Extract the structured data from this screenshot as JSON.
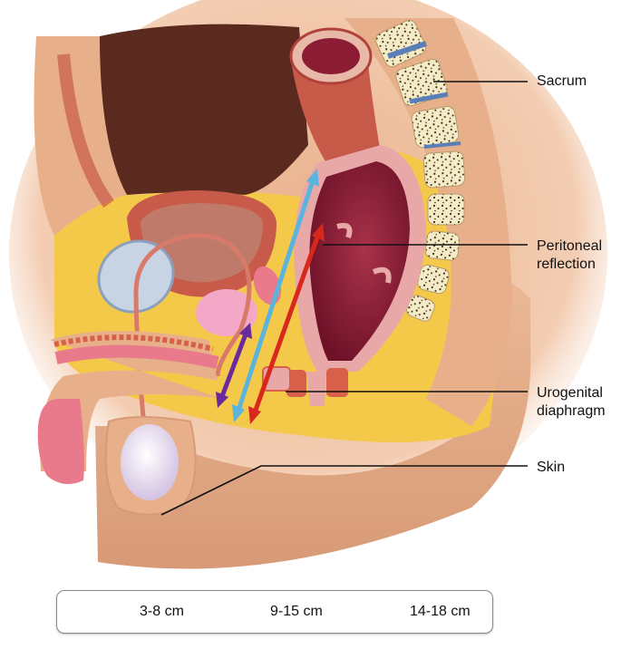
{
  "labels": {
    "sacrum": "Sacrum",
    "peritoneal_line1": "Peritoneal",
    "peritoneal_line2": "reflection",
    "urogenital_line1": "Urogenital",
    "urogenital_line2": "diaphragm",
    "skin": "Skin"
  },
  "legend": [
    {
      "label": "3-8 cm",
      "color": "#6a2a9c"
    },
    {
      "label": "9-15 cm",
      "color": "#d8281e"
    },
    {
      "label": "14-18 cm",
      "color": "#5ab4de"
    }
  ],
  "colors": {
    "fat": "#f4c94a",
    "skin": "#e8b08a",
    "muscle": "#c85a4a",
    "rectum_lumen": "#8c1c34",
    "bladder_lumen": "#c07a6a",
    "cavity": "#5a2a1e",
    "bone": "#f6ecc8",
    "disc": "#5a7fb8",
    "prostate": "#f4a8c8",
    "testis": "#ebe0f0",
    "urethra": "#e87a8c"
  }
}
